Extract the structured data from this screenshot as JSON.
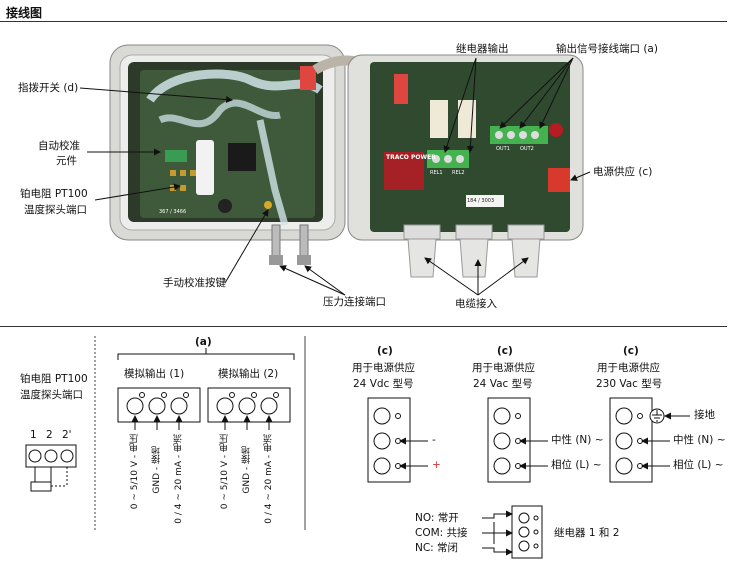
{
  "title": "接线图",
  "photo": {
    "labels": {
      "dip_switch": "指拨开关 (d)",
      "auto_cal_1": "自动校准",
      "auto_cal_2": "元件",
      "pt100_1": "铂电阻 PT100",
      "pt100_2": "温度探头端口",
      "manual_cal": "手动校准按键",
      "pressure": "压力连接端口",
      "relay_out": "继电器输出",
      "signal_terminal": "输出信号接线端口 (a)",
      "power_supply": "电源供应 (c)",
      "cable_entry": "电缆接入"
    },
    "pcb_marks": {
      "traco": "TRACO POWER",
      "rel1": "REL1",
      "rel2": "REL2",
      "out1": "OUT1",
      "out2": "OUT2",
      "ref_left": "367 / 3466",
      "ref_right": "184 / 3003"
    }
  },
  "left_diagram": {
    "pt100_1": "铂电阻 PT100",
    "pt100_2": "温度探头端口",
    "terminals": [
      "1",
      "2",
      "2'"
    ],
    "tag": "(a)",
    "analog1": "模拟输出 (1)",
    "analog2": "模拟输出 (2)",
    "pins": [
      "0 ~ 5/10 V - 电压",
      "GND - 接地",
      "0 / 4 ~ 20 mA - 电流"
    ]
  },
  "right_diagram": {
    "tag": "(c)",
    "caption_line1": "用于电源供应",
    "models": [
      "24 Vdc 型号",
      "24 Vac 型号",
      "230 Vac 型号"
    ],
    "dc_minus": "-",
    "dc_plus": "+",
    "neutral": "中性 (N) ~",
    "phase": "相位 (L) ~",
    "earth": "接地",
    "relay": {
      "no": "NO: 常开",
      "com": "COM: 共接",
      "nc": "NC: 常闭",
      "label": "继电器 1 和 2"
    }
  }
}
